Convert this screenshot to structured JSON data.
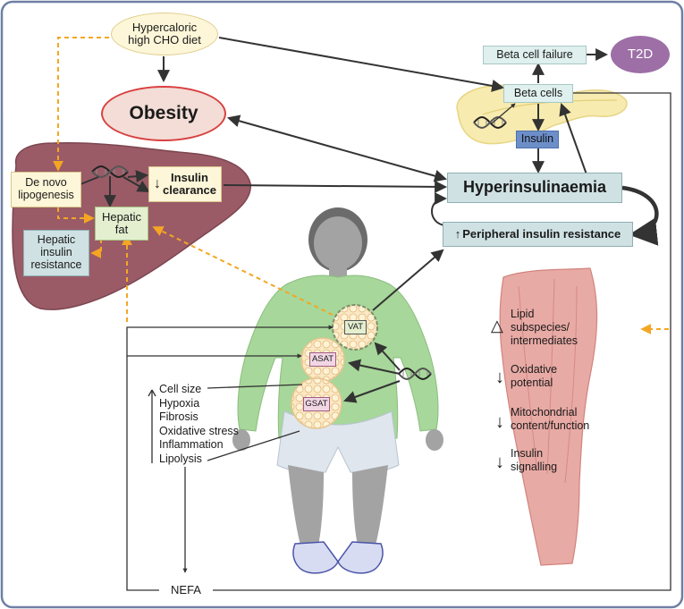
{
  "colors": {
    "frame": "#6f7fa3",
    "arrow": "#333333",
    "dashed": "#f4a623",
    "liver": "#9a5b67",
    "obesity_fill": "#f3ddd6",
    "obesity_stroke": "#d94040",
    "t2d_fill": "#9d6fa6",
    "insulin_box": "#6d8fc9",
    "teal_box": "#cfe1e3",
    "green_box": "#e3efcf",
    "cream_box": "#fdf6d8",
    "muscle": "#e8aaa5"
  },
  "nodes": {
    "diet": "Hypercaloric\nhigh CHO diet",
    "obesity": "Obesity",
    "t2d": "T2D",
    "beta_cell_failure": "Beta cell failure",
    "beta_cells": "Beta cells",
    "insulin": "Insulin",
    "hyperinsulinaemia": "Hyperinsulinaemia",
    "peripheral_ir": "Peripheral insulin resistance",
    "de_novo": "De novo\nlipogenesis",
    "insulin_clearance": "Insulin\nclearance",
    "hepatic_fat": "Hepatic\nfat",
    "hepatic_ir": "Hepatic\ninsulin\nresistance",
    "vat": "VAT",
    "asat": "ASAT",
    "gsat": "GSAT",
    "nefa": "NEFA"
  },
  "adipose_changes": [
    "Cell size",
    "Hypoxia",
    "Fibrosis",
    "Oxidative stress",
    "Inflammation",
    "Lipolysis"
  ],
  "muscle_changes": [
    {
      "symbol": "△",
      "text": "Lipid\nsubspecies/\nintermediates"
    },
    {
      "symbol": "↓",
      "text": "Oxidative\npotential"
    },
    {
      "symbol": "↓",
      "text": "Mitochondrial\ncontent/function"
    },
    {
      "symbol": "↓",
      "text": "Insulin\nsignalling"
    }
  ],
  "symbols": {
    "up": "↑",
    "down": "↓"
  }
}
